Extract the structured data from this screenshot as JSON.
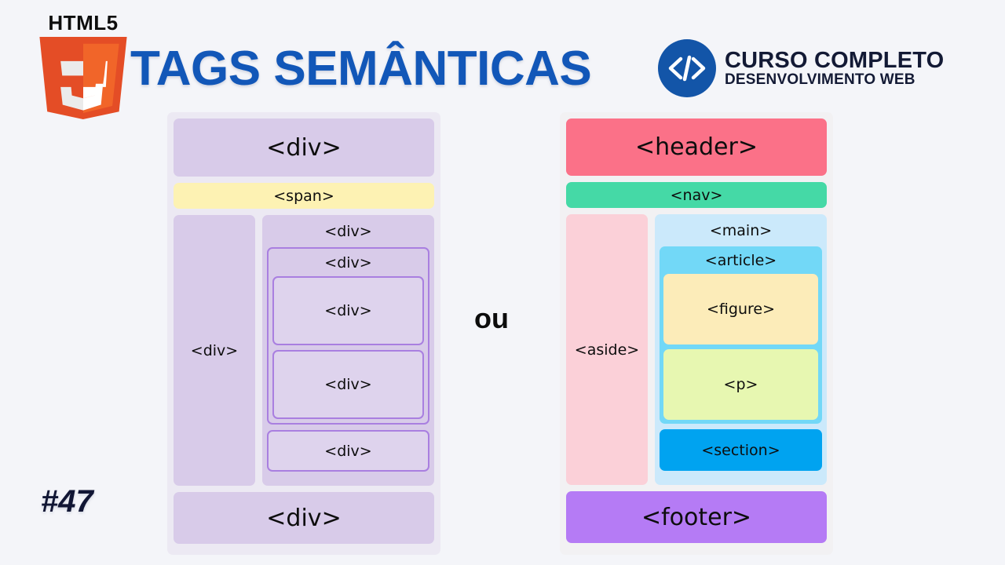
{
  "header": {
    "html5_wordmark": "HTML5",
    "html5_logo_icon": "html5-shield-icon",
    "title": "TAGS SEMÂNTICAS",
    "title_color": "#1257b8",
    "badge": {
      "icon": "code-tag-icon",
      "icon_glyph": "</>",
      "circle_color": "#1355a8",
      "line1": "CURSO COMPLETO",
      "line2": "DESENVOLVIMENTO WEB"
    }
  },
  "episode": {
    "number": "#47"
  },
  "separator": {
    "label": "ou"
  },
  "panels": {
    "div_panel": {
      "background": "#ece9f3",
      "top": {
        "label": "<div>",
        "color": "#d8cbe9"
      },
      "span": {
        "label": "<span>",
        "color": "#fdf2b3"
      },
      "aside": {
        "label": "<div>",
        "color": "#d8cbe9"
      },
      "main": {
        "label": "<div>",
        "color": "#d8cbe9"
      },
      "article": {
        "label": "<div>",
        "border_color": "#a97fe0"
      },
      "figure": {
        "label": "<div>",
        "border_color": "#a97fe0"
      },
      "paragraph": {
        "label": "<div>",
        "border_color": "#a97fe0"
      },
      "section": {
        "label": "<div>",
        "border_color": "#a97fe0"
      },
      "footer": {
        "label": "<div>",
        "color": "#d8cbe9"
      }
    },
    "semantic_panel": {
      "background": "#f2f1f3",
      "header": {
        "label": "<header>",
        "color": "#fb7188"
      },
      "nav": {
        "label": "<nav>",
        "color": "#45d9a6"
      },
      "aside": {
        "label": "<aside>",
        "color": "#fbd0d8"
      },
      "main": {
        "label": "<main>",
        "color": "#cbe9fb"
      },
      "article": {
        "label": "<article>",
        "color": "#72d8f7"
      },
      "figure": {
        "label": "<figure>",
        "color": "#fcecb9"
      },
      "paragraph": {
        "label": "<p>",
        "color": "#e7f7b1"
      },
      "section": {
        "label": "<section>",
        "color": "#00a3f0"
      },
      "footer": {
        "label": "<footer>",
        "color": "#b57bf5"
      }
    }
  },
  "page": {
    "background": "#f4f5f9"
  }
}
